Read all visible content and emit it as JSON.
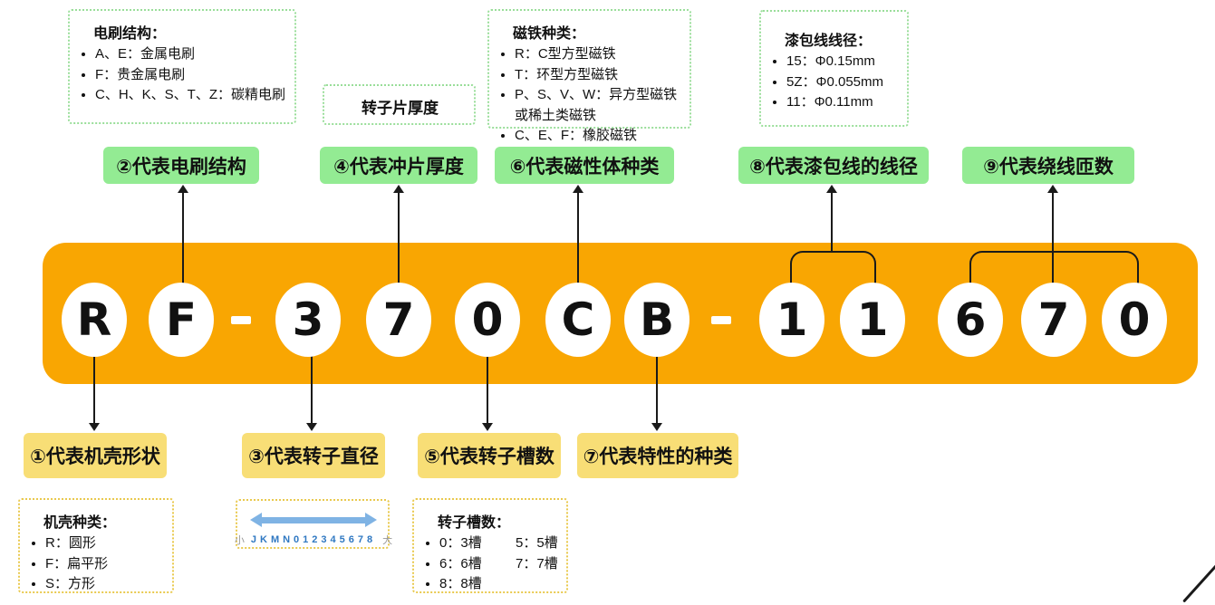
{
  "code": {
    "chars": [
      "R",
      "F",
      "-",
      "3",
      "7",
      "0",
      "C",
      "B",
      "-",
      "1",
      "1",
      "6",
      "7",
      "0"
    ]
  },
  "tags_top": [
    {
      "label": "②代表电刷结构"
    },
    {
      "label": "④代表冲片厚度"
    },
    {
      "label": "⑥代表磁性体种类"
    },
    {
      "label": "⑧代表漆包线的线径"
    },
    {
      "label": "⑨代表绕线匝数"
    }
  ],
  "tags_bottom": [
    {
      "label": "①代表机壳形状"
    },
    {
      "label": "③代表转子直径"
    },
    {
      "label": "⑤代表转子槽数"
    },
    {
      "label": "⑦代表特性的种类"
    }
  ],
  "boxes": {
    "brush": {
      "title": "电刷结构：",
      "items": [
        "A、E：金属电刷",
        "F：贵金属电刷",
        "C、H、K、S、T、Z：碳精电刷"
      ]
    },
    "rotor_thickness": {
      "title": "转子片厚度"
    },
    "magnet": {
      "title": "磁铁种类：",
      "items": [
        "R：C型方型磁铁",
        "T：环型方型磁铁",
        "P、S、V、W：异方型磁铁或稀土类磁铁",
        "C、E、F：橡胶磁铁"
      ]
    },
    "wire": {
      "title": "漆包线线径：",
      "items": [
        "15：Φ0.15mm",
        "5Z：Φ0.055mm",
        "11：Φ0.11mm"
      ]
    },
    "case": {
      "title": "机壳种类：",
      "items": [
        "R：圆形",
        "F：扁平形",
        "S：方形"
      ]
    },
    "diameter": {
      "small_label": "小",
      "scale": "JKMN012345678",
      "large_label": "大"
    },
    "slots": {
      "title": "转子槽数：",
      "rows": [
        [
          "0：3槽",
          "5：5槽"
        ],
        [
          "6：6槽",
          "7：7槽"
        ],
        [
          "8：8槽"
        ]
      ]
    }
  },
  "colors": {
    "band_orange": "#f9a602",
    "tag_green": "#93eb93",
    "tag_yellow": "#f8de76",
    "border_green": "#9ade9a",
    "border_yellow": "#e9c94e",
    "arrow_blue": "#7fb3e4",
    "scale_text_blue": "#2f78c2",
    "line_black": "#1a1a1a"
  }
}
